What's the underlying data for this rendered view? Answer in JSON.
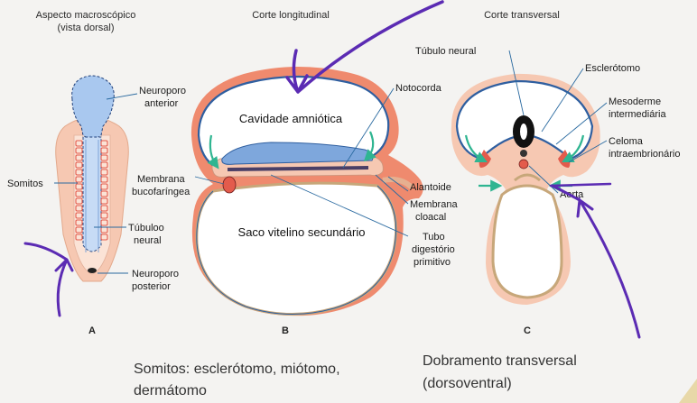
{
  "headers": {
    "a_line1": "Aspecto macroscópico",
    "a_line2": "(vista dorsal)",
    "b": "Corte longitudinal",
    "c": "Corte transversal"
  },
  "panel_letters": {
    "a": "A",
    "b": "B",
    "c": "C"
  },
  "labels_a": {
    "neuroporo_anterior_1": "Neuroporo",
    "neuroporo_anterior_2": "anterior",
    "somitos": "Somitos",
    "tubulo_neural_1": "Túbuloo",
    "tubulo_neural_2": "neural",
    "neuroporo_posterior_1": "Neuroporo",
    "neuroporo_posterior_2": "posterior"
  },
  "labels_b": {
    "cavidade": "Cavidade amniótica",
    "notocorda": "Notocorda",
    "membrana_buco_1": "Membrana",
    "membrana_buco_2": "bucofaríngea",
    "alantoide": "Alantoide",
    "membrana_cloacal_1": "Membrana",
    "membrana_cloacal_2": "cloacal",
    "saco": "Saco vitelino secundário",
    "tubo_1": "Tubo",
    "tubo_2": "digestório",
    "tubo_3": "primitivo"
  },
  "labels_c": {
    "tubulo_neural": "Túbulo neural",
    "esclerotomo": "Esclerótomo",
    "mesoderme_1": "Mesoderme",
    "mesoderme_2": "intermediária",
    "celoma_1": "Celoma",
    "celoma_2": "intraembrionário",
    "aorta": "Aorta"
  },
  "captions": {
    "left_1": "Somitos: esclerótomo, miótomo,",
    "left_2": "dermátomo",
    "right_1": "Dobramento transversal",
    "right_2": "(dorsoventral)"
  },
  "colors": {
    "pen_purple": "#5b2bb3",
    "amnion_blue": "#2f5fa0",
    "skin_pink": "#f4c7b0",
    "salmon": "#ec7a62",
    "arrow_teal": "#2fb591",
    "neural_blue": "#8fb6e6",
    "somite_red": "#e35b4c"
  }
}
